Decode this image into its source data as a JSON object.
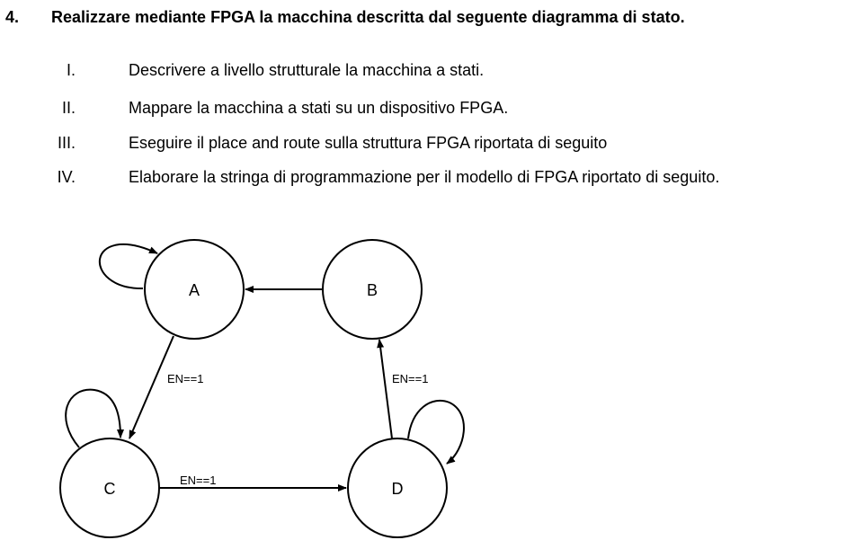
{
  "question": {
    "number": "4.",
    "title": "Realizzare mediante FPGA la macchina descritta dal seguente diagramma di stato."
  },
  "items": [
    {
      "numeral": "I.",
      "text": "Descrivere a livello strutturale la macchina a stati."
    },
    {
      "numeral": "II.",
      "text": "Mappare la macchina a stati su un dispositivo FPGA."
    },
    {
      "numeral": "III.",
      "text": "Eseguire il place and route sulla struttura FPGA riportata di seguito"
    },
    {
      "numeral": "IV.",
      "text": "Elaborare la stringa di programmazione per il modello di FPGA riportato di seguito."
    }
  ],
  "diagram": {
    "states": [
      "A",
      "B",
      "C",
      "D"
    ],
    "transitions": [
      {
        "from": "A",
        "to": "A",
        "label": ""
      },
      {
        "from": "B",
        "to": "A",
        "label": ""
      },
      {
        "from": "A",
        "to": "C",
        "label": "EN==1"
      },
      {
        "from": "C",
        "to": "C",
        "label": ""
      },
      {
        "from": "C",
        "to": "D",
        "label": "EN==1"
      },
      {
        "from": "D",
        "to": "D",
        "label": ""
      },
      {
        "from": "D",
        "to": "B",
        "label": "EN==1"
      }
    ]
  }
}
